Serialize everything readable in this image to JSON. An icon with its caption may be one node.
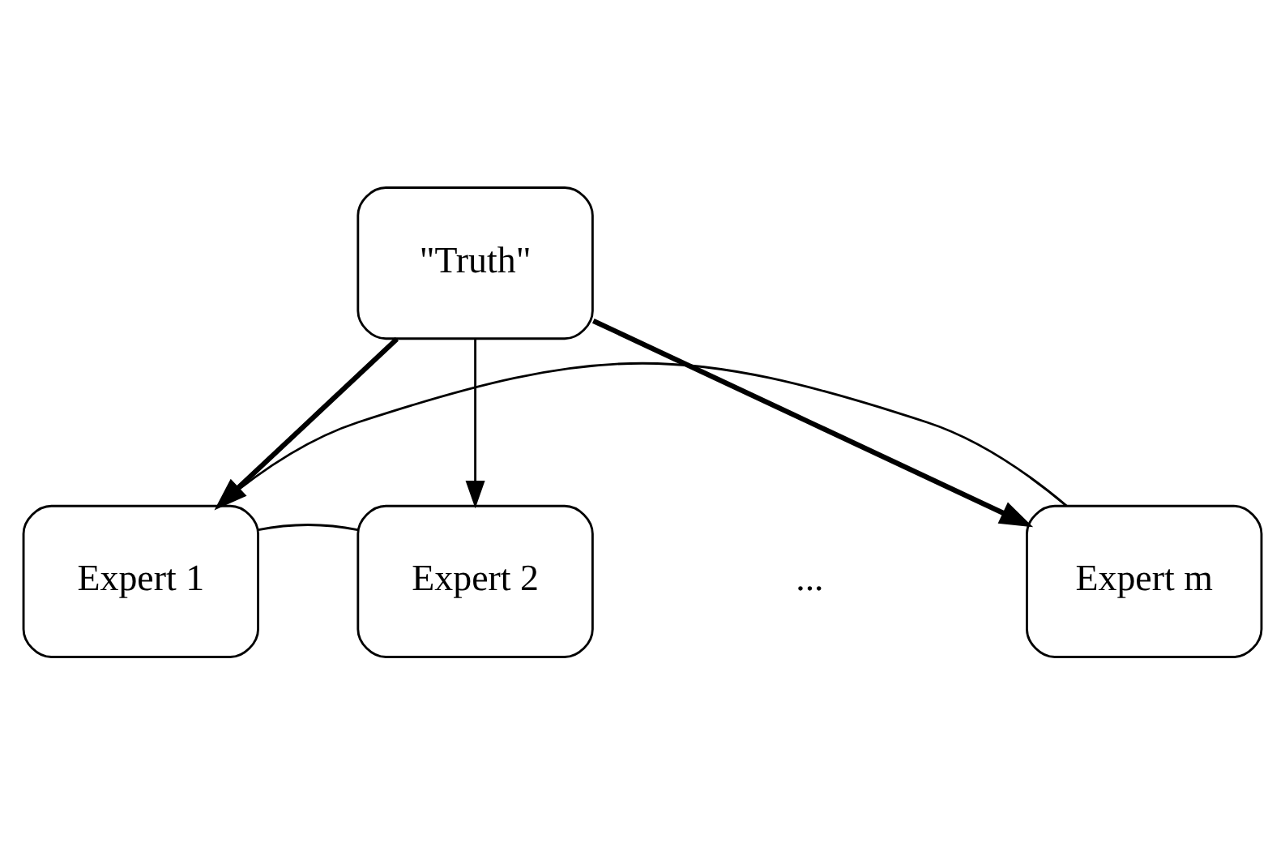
{
  "diagram": {
    "nodes": [
      {
        "text": [
          "\"Truth\""
        ]
      },
      {
        "text": [
          "Expert 1"
        ]
      },
      {
        "text": [
          "Expert 2"
        ]
      },
      {
        "text": [
          "Expert m"
        ]
      }
    ],
    "edges": [
      {
        "from": 0,
        "to": 1,
        "arrow": "to",
        "style": "thick"
      },
      {
        "from": 0,
        "to": 2,
        "arrow": "to"
      },
      {
        "from": 0,
        "to": 3,
        "arrow": "to",
        "style": "thick"
      },
      {
        "from": 1,
        "to": 2,
        "arrow": "none"
      },
      {
        "from": 1,
        "to": 3,
        "arrow": "none"
      }
    ],
    "labels": [
      "..."
    ]
  }
}
